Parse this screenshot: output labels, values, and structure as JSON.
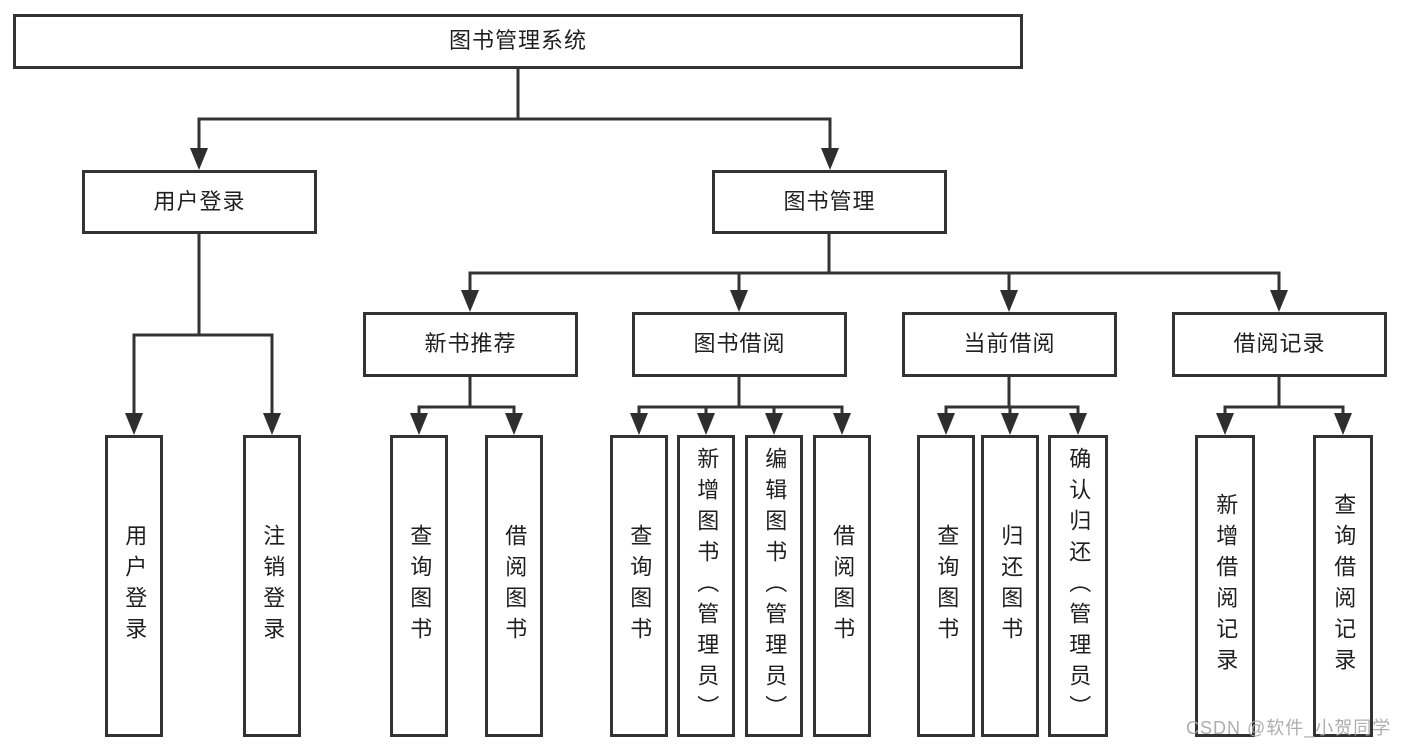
{
  "diagram": {
    "colors": {
      "line": "#333333",
      "arrow": "#2e2e2e",
      "text": "#1f1f1f",
      "background": "#ffffff",
      "watermark": "#a7a7a7"
    },
    "watermark": "CSDN @软件_小贺同学",
    "tree": {
      "root": {
        "label": "图书管理系统"
      },
      "branches": [
        {
          "label": "用户登录",
          "children": [
            {
              "label": "用户登录"
            },
            {
              "label": "注销登录"
            }
          ]
        },
        {
          "label": "图书管理",
          "children": [
            {
              "label": "新书推荐",
              "children": [
                {
                  "label": "查询图书"
                },
                {
                  "label": "借阅图书"
                }
              ]
            },
            {
              "label": "图书借阅",
              "children": [
                {
                  "label": "查询图书"
                },
                {
                  "label": "新增图书（管理员）"
                },
                {
                  "label": "编辑图书（管理员）"
                },
                {
                  "label": "借阅图书"
                }
              ]
            },
            {
              "label": "当前借阅",
              "children": [
                {
                  "label": "查询图书"
                },
                {
                  "label": "归还图书"
                },
                {
                  "label": "确认归还（管理员）"
                }
              ]
            },
            {
              "label": "借阅记录",
              "children": [
                {
                  "label": "新增借阅记录"
                },
                {
                  "label": "查询借阅记录"
                }
              ]
            }
          ]
        }
      ]
    }
  }
}
